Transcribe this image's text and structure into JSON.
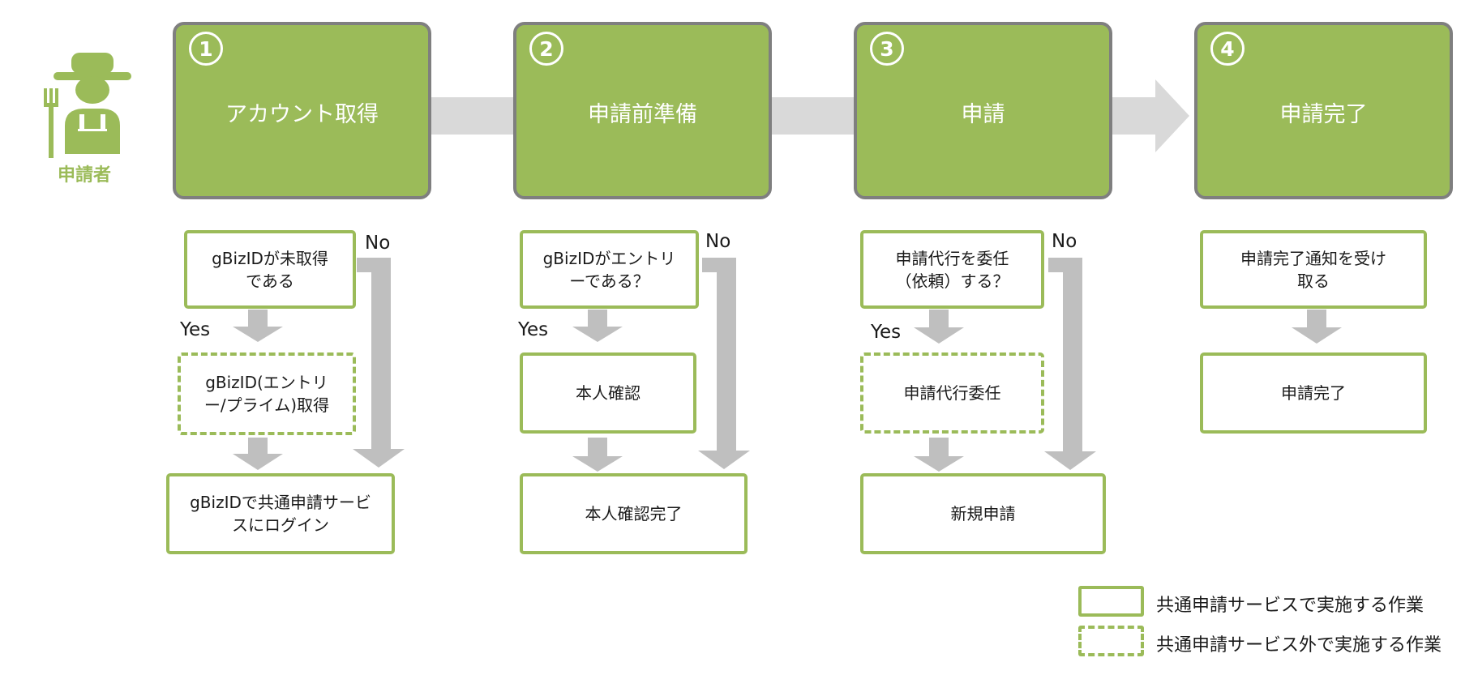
{
  "colors": {
    "accent_green": "#9bbb59",
    "stage_border": "#7f7f7f",
    "arrow_gray": "#bfbfbf",
    "band_gray": "#d9d9d9"
  },
  "applicant": {
    "icon": "farmer-icon",
    "label": "申請者"
  },
  "stages": [
    {
      "num": "1",
      "title": "アカウント取得"
    },
    {
      "num": "2",
      "title": "申請前準備"
    },
    {
      "num": "3",
      "title": "申請"
    },
    {
      "num": "4",
      "title": "申請完了"
    }
  ],
  "flow": {
    "col1": {
      "decision": "gBizIDが未取得である",
      "yes": "Yes",
      "no": "No",
      "step": "gBizID(エントリー/プライム)取得",
      "result": "gBizIDで共通申請サービスにログイン"
    },
    "col2": {
      "decision": "gBizIDがエントリーである？",
      "yes": "Yes",
      "no": "No",
      "step": "本人確認",
      "result": "本人確認完了"
    },
    "col3": {
      "decision": "申請代行を委任（依頼）する？",
      "yes": "Yes",
      "no": "No",
      "step": "申請代行委任",
      "result": "新規申請"
    },
    "col4": {
      "step": "申請完了通知を受け取る",
      "result": "申請完了"
    }
  },
  "legend": {
    "inside": "共通申請サービスで実施する作業",
    "outside": "共通申請サービス外で実施する作業"
  }
}
